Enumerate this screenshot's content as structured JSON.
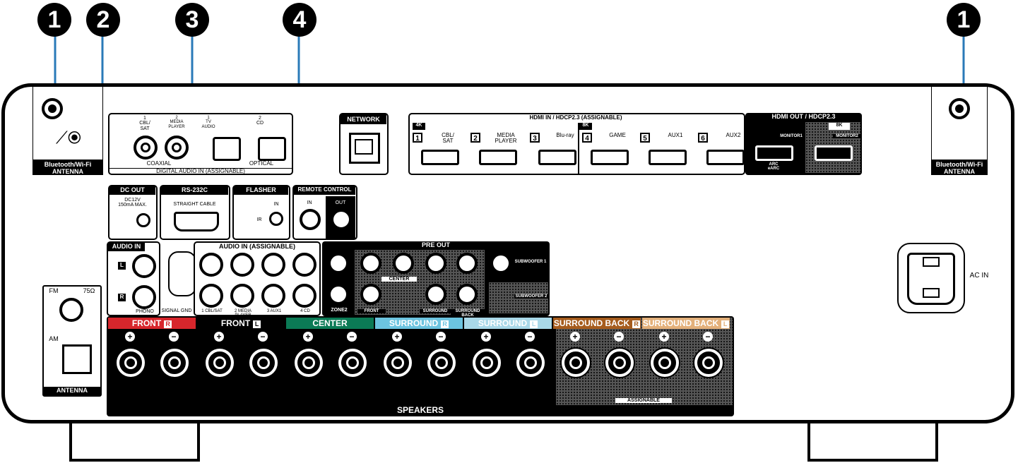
{
  "callouts": [
    "1",
    "2",
    "3",
    "4",
    "1"
  ],
  "antenna_bt": {
    "label_1": "Bluetooth/Wi-Fi",
    "label_2": "ANTENNA"
  },
  "digital_audio": {
    "title": "DIGITAL AUDIO IN (ASSIGNABLE)",
    "coax1": "1\nCBL/\nSAT",
    "coax2": "2\nMEDIA\nPLAYER",
    "opt1": "1\nTV\nAUDIO",
    "opt2": "2\nCD",
    "coaxial": "COAXIAL",
    "optical": "OPTICAL"
  },
  "network": "NETWORK",
  "hdmi_in": {
    "title": "HDMI IN / HDCP2.3 (ASSIGNABLE)",
    "badge_4k": "4K",
    "badge_8k": "8K",
    "inputs": [
      {
        "num": "1",
        "name": "CBL/\nSAT"
      },
      {
        "num": "2",
        "name": "MEDIA\nPLAYER"
      },
      {
        "num": "3",
        "name": "Blu-ray"
      },
      {
        "num": "4",
        "name": "GAME"
      },
      {
        "num": "5",
        "name": "AUX1"
      },
      {
        "num": "6",
        "name": "AUX2"
      }
    ]
  },
  "hdmi_out": {
    "title": "HDMI OUT / HDCP2.3",
    "badge": "8K",
    "monitor1": "MONITOR1",
    "monitor2": "MONITOR2",
    "arc": "ARC\neARC"
  },
  "dc_out": {
    "title": "DC OUT",
    "spec": "DC12V\n150mA MAX."
  },
  "rs232c": {
    "title": "RS-232C",
    "cable": "STRAIGHT CABLE"
  },
  "flasher": {
    "title": "FLASHER",
    "in": "IN",
    "ir": "IR"
  },
  "remote": {
    "title": "REMOTE CONTROL",
    "in": "IN",
    "out": "OUT"
  },
  "audio_in": {
    "title": "AUDIO IN",
    "left": "L",
    "right": "R",
    "phono": "PHONO",
    "signal_gnd": "SIGNAL GND"
  },
  "audio_in_assign": {
    "title": "AUDIO IN (ASSIGNABLE)",
    "labels": [
      "1 CBL/SAT",
      "2 MEDIA PLAYER",
      "3 AUX1",
      "4 CD"
    ]
  },
  "pre_out": {
    "title": "PRE OUT",
    "zone2": "ZONE2",
    "front": "FRONT",
    "center": "CENTER",
    "surround": "SURROUND",
    "surround_back": "SURROUND BACK",
    "sub1": "SUBWOOFER 1",
    "sub2": "SUBWOOFER 2"
  },
  "antenna": {
    "fm": "FM",
    "ohm": "75Ω",
    "am": "AM",
    "title": "ANTENNA"
  },
  "speakers": {
    "title": "SPEAKERS",
    "assignable": "ASSIGNABLE",
    "plus": "+",
    "minus": "−",
    "channels": [
      {
        "name": "FRONT",
        "side": "R",
        "color": "#d7262c"
      },
      {
        "name": "FRONT",
        "side": "L",
        "color": "#000000"
      },
      {
        "name": "CENTER",
        "side": "",
        "color": "#0b7a55"
      },
      {
        "name": "SURROUND",
        "side": "R",
        "color": "#6cc4e0"
      },
      {
        "name": "SURROUND",
        "side": "L",
        "color": "#a9d8e8"
      },
      {
        "name": "SURROUND BACK",
        "side": "R",
        "color": "#a65c1d"
      },
      {
        "name": "SURROUND BACK",
        "side": "L",
        "color": "#e3b07a"
      }
    ]
  },
  "ac_in": "AC IN",
  "colors": {
    "callout_line": "#2a7ab8",
    "speaker_panel": "#000000"
  }
}
